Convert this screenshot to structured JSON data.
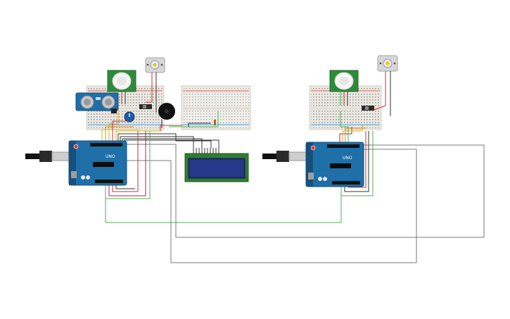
{
  "canvas": {
    "background": "#ffffff"
  },
  "boards": {
    "left_label": "UNO",
    "right_label": "UNO"
  },
  "colors": {
    "arduino": "#1f6fa8",
    "arduino_dark": "#174f7a",
    "breadboard": "#ece9e2",
    "lcd_bezel": "#2f7d2f",
    "lcd_screen": "#20307a",
    "wire_green": "#4caf50",
    "wire_red": "#d32f2f",
    "wire_black": "#333333",
    "wire_grey": "#7a7a7a",
    "wire_magenta": "#c2185b",
    "wire_yellow": "#d4b106",
    "wire_orange": "#e67e22",
    "wire_blue": "#1e88e5"
  },
  "components": [
    {
      "name": "arduino-uno",
      "count": 2
    },
    {
      "name": "breadboard",
      "count": 3
    },
    {
      "name": "pir-motion-sensor",
      "count": 2
    },
    {
      "name": "dc-motor",
      "count": 2
    },
    {
      "name": "slide-switch",
      "count": 2
    },
    {
      "name": "ultrasonic-sensor",
      "count": 1
    },
    {
      "name": "potentiometer",
      "count": 1
    },
    {
      "name": "piezo-buzzer",
      "count": 1
    },
    {
      "name": "lcd-16x2",
      "count": 1
    },
    {
      "name": "usb-cable",
      "count": 2
    }
  ]
}
